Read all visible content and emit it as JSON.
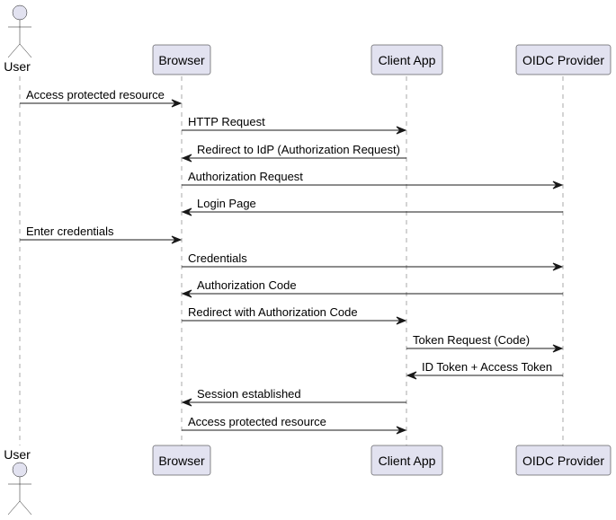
{
  "participants": [
    {
      "id": "user",
      "label": "User",
      "kind": "actor"
    },
    {
      "id": "browser",
      "label": "Browser",
      "kind": "box"
    },
    {
      "id": "client",
      "label": "Client App",
      "kind": "box"
    },
    {
      "id": "oidc",
      "label": "OIDC Provider",
      "kind": "box"
    }
  ],
  "messages": [
    {
      "from": "user",
      "to": "browser",
      "label": "Access protected resource"
    },
    {
      "from": "browser",
      "to": "client",
      "label": "HTTP Request"
    },
    {
      "from": "client",
      "to": "browser",
      "label": "Redirect to IdP (Authorization Request)"
    },
    {
      "from": "browser",
      "to": "oidc",
      "label": "Authorization Request"
    },
    {
      "from": "oidc",
      "to": "browser",
      "label": "Login Page"
    },
    {
      "from": "user",
      "to": "browser",
      "label": "Enter credentials"
    },
    {
      "from": "browser",
      "to": "oidc",
      "label": "Credentials"
    },
    {
      "from": "oidc",
      "to": "browser",
      "label": "Authorization Code"
    },
    {
      "from": "browser",
      "to": "client",
      "label": "Redirect with Authorization Code"
    },
    {
      "from": "client",
      "to": "oidc",
      "label": "Token Request (Code)"
    },
    {
      "from": "oidc",
      "to": "client",
      "label": "ID Token + Access Token"
    },
    {
      "from": "client",
      "to": "browser",
      "label": "Session established"
    },
    {
      "from": "browser",
      "to": "client",
      "label": "Access protected resource"
    }
  ],
  "colors": {
    "participant_fill": "#e2e2f0",
    "border": "#181818",
    "lifeline": "#a8a8a8",
    "text": "#000000"
  }
}
